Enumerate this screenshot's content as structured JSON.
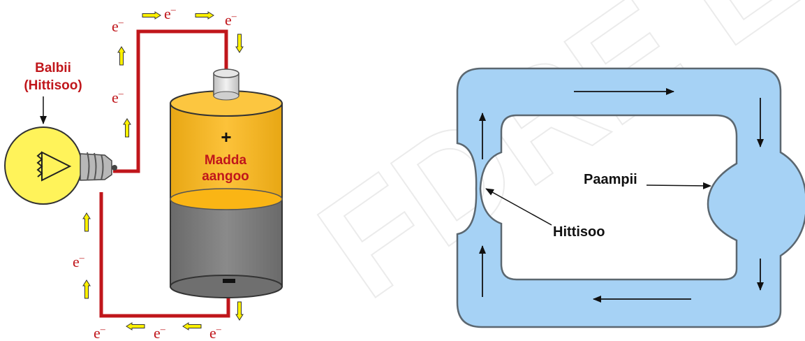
{
  "left_diagram": {
    "bulb_label_line1": "Balbii",
    "bulb_label_line2": "(Hittisoo)",
    "battery_label_line1": "Madda",
    "battery_label_line2": "aangoo",
    "plus_sign": "+",
    "minus_sign": "–",
    "electron_symbol": "e",
    "electron_superscript": "–",
    "colors": {
      "wire": "#c0161b",
      "battery_top": "#fbb81b",
      "battery_bottom": "#7b7b7b",
      "bulb": "#fff35a",
      "arrow_fill": "#fff200",
      "label": "#c0161b"
    }
  },
  "right_diagram": {
    "pump_label": "Paampii",
    "resistor_label": "Hittisoo",
    "colors": {
      "pipe_fill": "#a6d2f5",
      "pipe_outline": "#5b6770"
    }
  },
  "watermark": "FDRE Education"
}
